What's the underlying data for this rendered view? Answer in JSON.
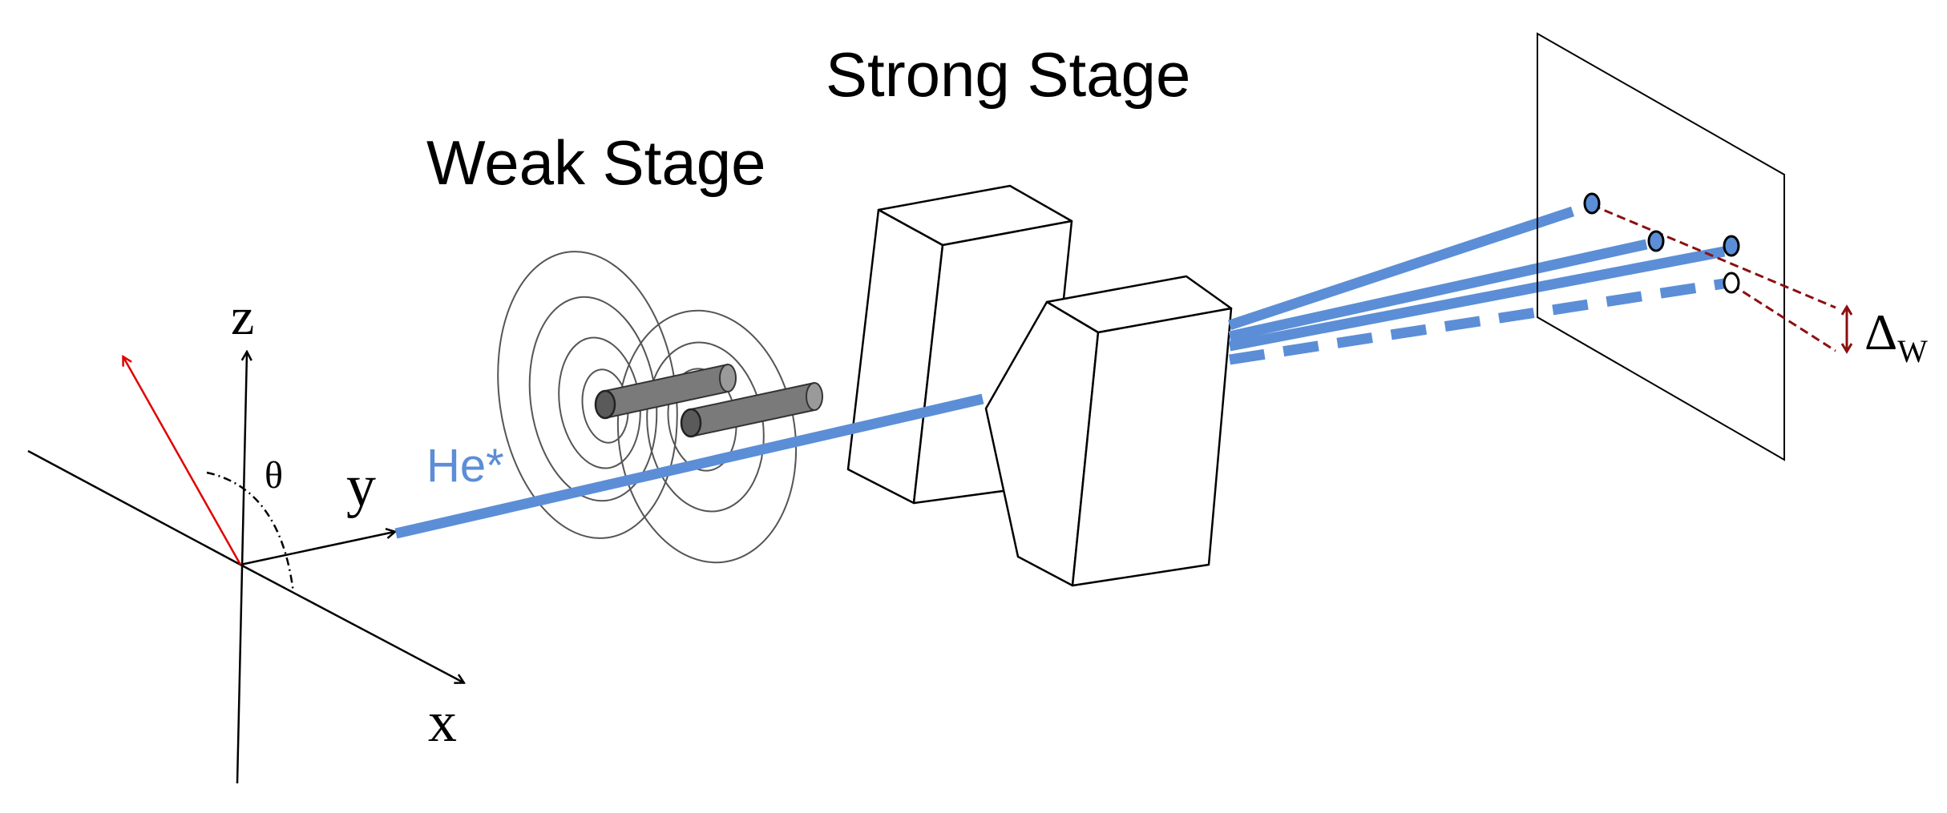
{
  "labels": {
    "strong_stage": "Strong Stage",
    "weak_stage": "Weak Stage",
    "beam": "He*",
    "z_axis": "z",
    "y_axis": "y",
    "x_axis": "x",
    "angle": "θ",
    "delta_symbol": "Δ",
    "delta_subscript": "W"
  },
  "colors": {
    "beam": "#5b8ed6",
    "spin_vector": "#e00000",
    "displacement": "#7a1010",
    "outline": "#000000",
    "rods": "#707070"
  },
  "icons": {
    "spin_vector": "red-arrow",
    "weak_stage_field": "concentric-ellipses",
    "weak_stage_wires": "gray-cylinders",
    "strong_stage_magnets": "wireframe-blocks",
    "detector": "screen-plane"
  }
}
